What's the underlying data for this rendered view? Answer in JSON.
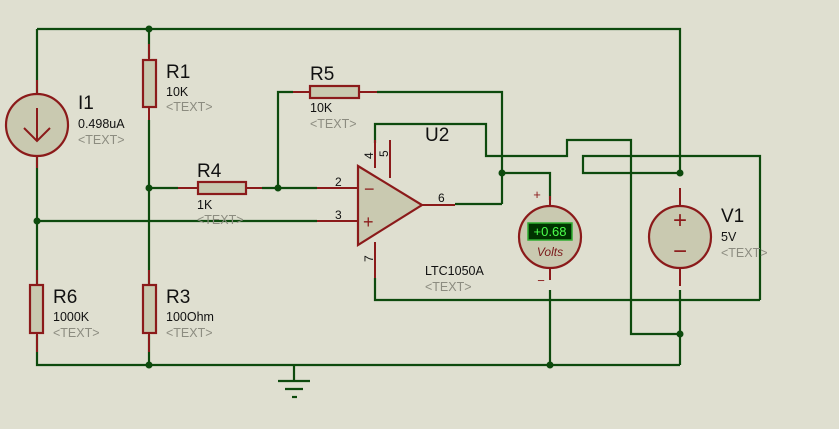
{
  "schematic": {
    "components": {
      "I1": {
        "ref": "I1",
        "value": "0.498uA",
        "text": "<TEXT>",
        "type": "current-source"
      },
      "R1": {
        "ref": "R1",
        "value": "10K",
        "text": "<TEXT>",
        "type": "resistor"
      },
      "R5": {
        "ref": "R5",
        "value": "10K",
        "text": "<TEXT>",
        "type": "resistor"
      },
      "R4": {
        "ref": "R4",
        "value": "1K",
        "text": "<TEXT>",
        "type": "resistor"
      },
      "R6": {
        "ref": "R6",
        "value": "1000K",
        "text": "<TEXT>",
        "type": "resistor"
      },
      "R3": {
        "ref": "R3",
        "value": "100Ohm",
        "text": "<TEXT>",
        "type": "resistor"
      },
      "U2": {
        "ref": "U2",
        "value": "LTC1050A",
        "text": "<TEXT>",
        "type": "op-amp",
        "pins": {
          "inv": "2",
          "noninv": "3",
          "out": "6",
          "vplus": "4",
          "pin5": "5",
          "vminus": "7"
        },
        "inv_symbol": "−",
        "noninv_symbol": "+"
      },
      "V1": {
        "ref": "V1",
        "value": "5V",
        "text": "<TEXT>",
        "type": "dc-voltage-source",
        "plus": "+",
        "minus": "−"
      },
      "VM": {
        "type": "dc-voltmeter",
        "reading": "+0.68",
        "unit": "Volts",
        "plus": "+",
        "minus": "−"
      }
    },
    "colors": {
      "background": "#dfdfd0",
      "wire": "#0d4a0d",
      "component_outline": "#8b1a1a",
      "component_fill": "#c9c9b0",
      "meter_display_bg": "#003300",
      "meter_display_text": "#4cff4c"
    }
  }
}
